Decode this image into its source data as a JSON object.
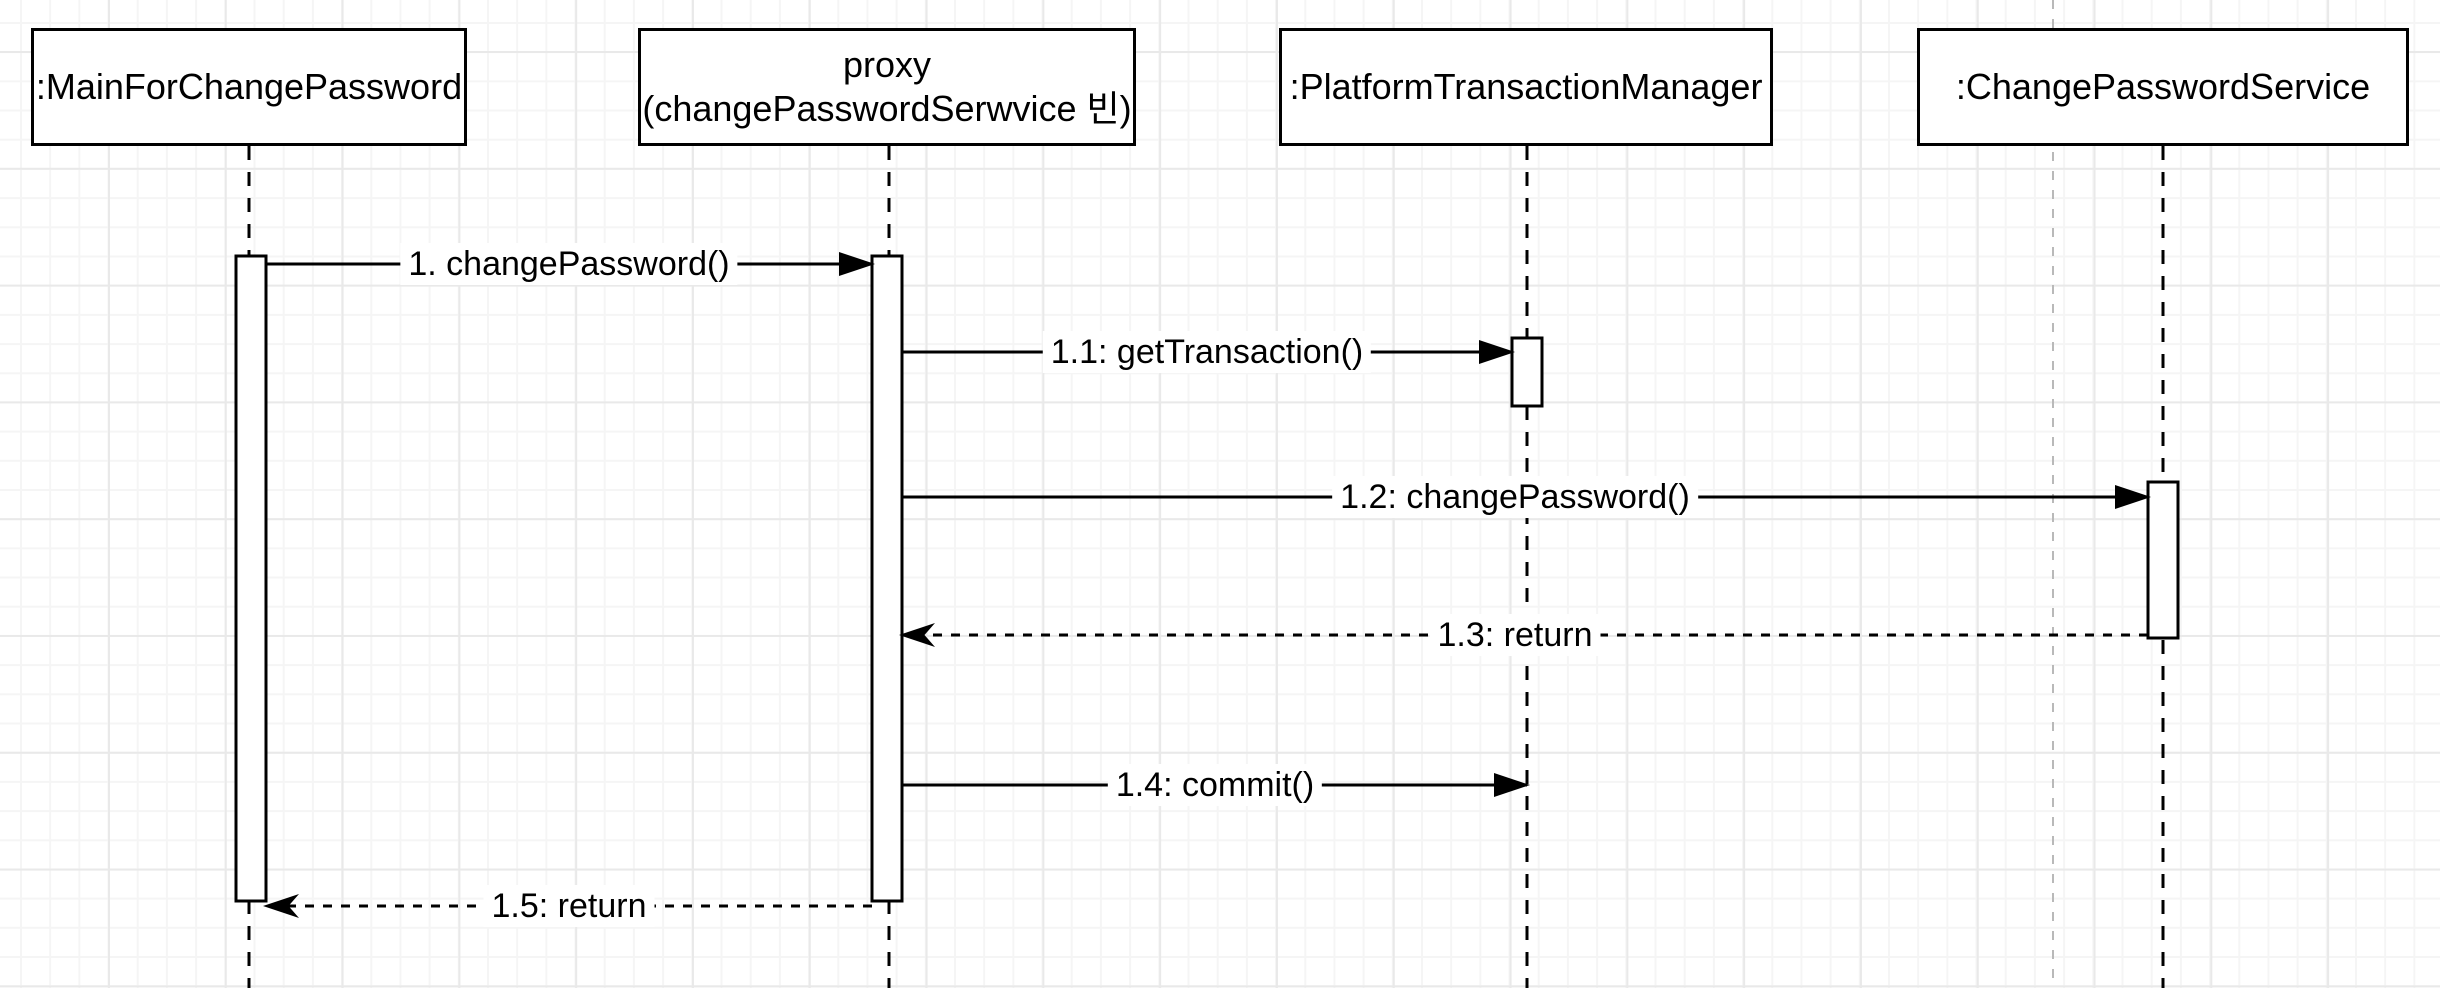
{
  "diagram": {
    "title": "sequence-diagram",
    "background_color": "#ffffff",
    "grid_minor_color": "#f5f5f5",
    "grid_major_color": "#e9e9e9",
    "shape_stroke_color": "#000000",
    "page_divider_color": "#b9b9b9",
    "label_background_color": "#ffffff"
  },
  "actors": [
    {
      "label_line1": ":MainForChangePassword",
      "label_line2": ""
    },
    {
      "label_line1": "proxy",
      "label_line2": "(changePasswordSerwvice 빈)"
    },
    {
      "label_line1": ":PlatformTransactionManager",
      "label_line2": ""
    },
    {
      "label_line1": ":ChangePasswordService",
      "label_line2": ""
    }
  ],
  "messages": [
    {
      "label": "1. changePassword()",
      "kind": "call"
    },
    {
      "label": "1.1: getTransaction()",
      "kind": "call"
    },
    {
      "label": "1.2: changePassword()",
      "kind": "call"
    },
    {
      "label": "1.3: return",
      "kind": "return"
    },
    {
      "label": "1.4: commit()",
      "kind": "call"
    },
    {
      "label": "1.5: return",
      "kind": "return"
    }
  ]
}
